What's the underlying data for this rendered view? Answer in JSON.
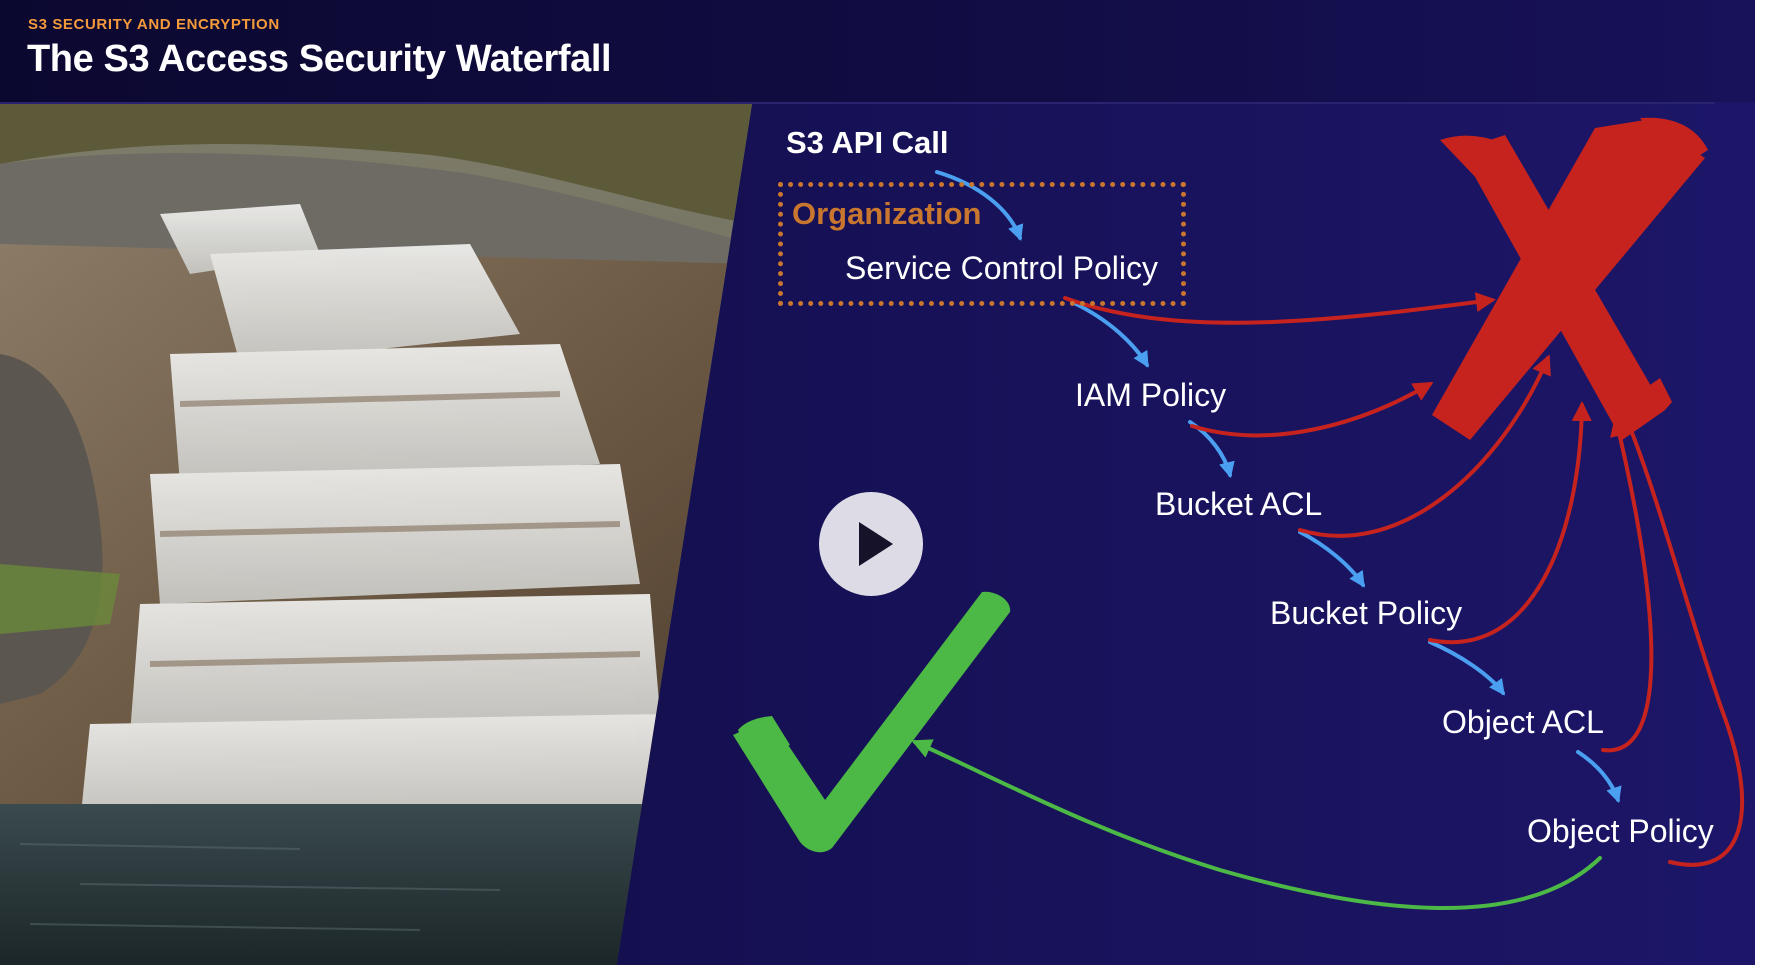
{
  "header": {
    "eyebrow": "S3 SECURITY AND ENCRYPTION",
    "title": "The S3 Access Security Waterfall"
  },
  "diagram": {
    "start_label": "S3 API Call",
    "org_label": "Organization",
    "steps": [
      "Service Control Policy",
      "IAM Policy",
      "Bucket ACL",
      "Bucket Policy",
      "Object ACL",
      "Object Policy"
    ]
  },
  "player": {
    "play_icon": "play-icon"
  },
  "colors": {
    "eyebrow": "#f59a3b",
    "org": "#c9762f",
    "flow_arrow": "#4a9ff0",
    "deny": "#c6231f",
    "allow": "#4cb846"
  }
}
